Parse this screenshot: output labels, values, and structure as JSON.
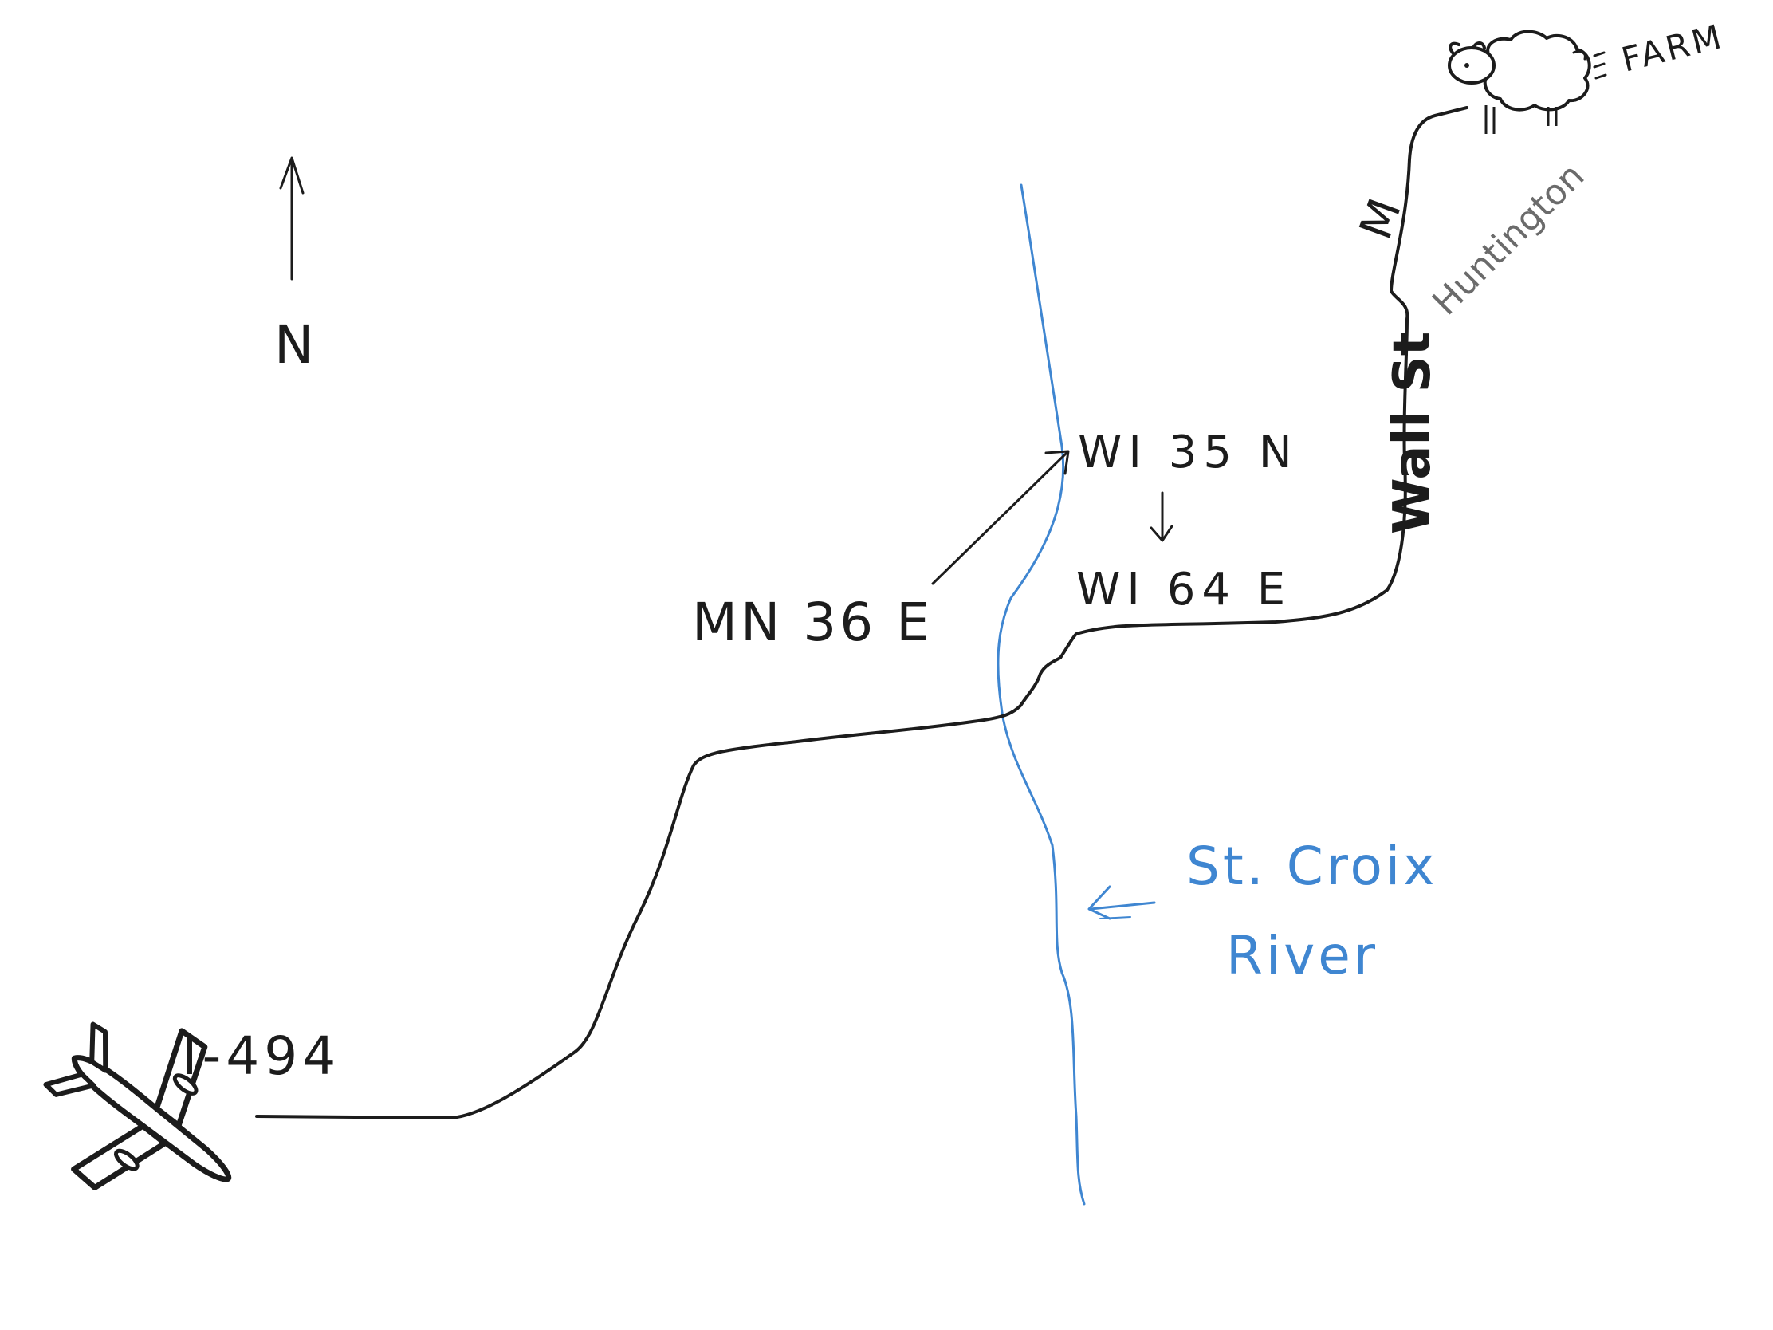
{
  "compass": {
    "label": "N"
  },
  "roads": {
    "i494": "I-494",
    "mn36": "MN 36 E",
    "wi35": "WI 35 N",
    "wi64": "WI 64 E",
    "wall_st": "Wall St",
    "m": "M",
    "huntington": "Huntington"
  },
  "river": {
    "name_line1": "St. Croix",
    "name_line2": "River"
  },
  "destination": {
    "label": "FARM"
  },
  "colors": {
    "road": "#1c1c1c",
    "river": "#3f86d1"
  },
  "icons": [
    "airplane-icon",
    "sheep-icon",
    "north-arrow-icon"
  ]
}
